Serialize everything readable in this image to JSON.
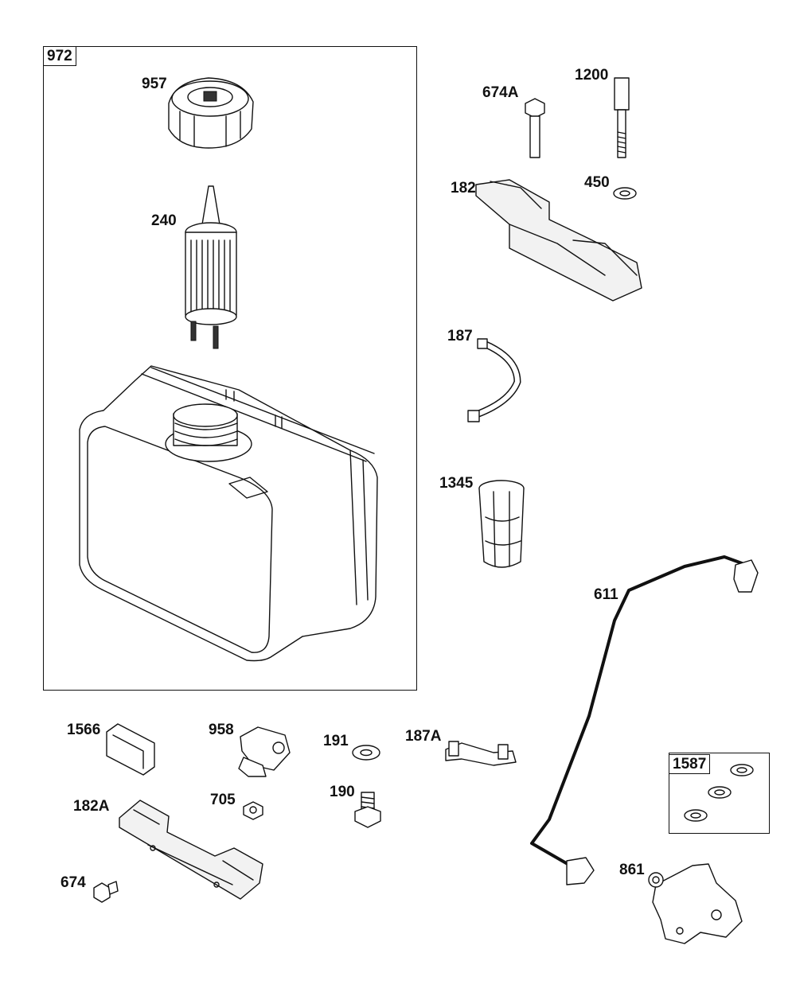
{
  "labels": {
    "p972": "972",
    "p957": "957",
    "p240": "240",
    "p674A": "674A",
    "p1200": "1200",
    "p182": "182",
    "p450": "450",
    "p187": "187",
    "p1345": "1345",
    "p611": "611",
    "p1566": "1566",
    "p958": "958",
    "p191": "191",
    "p187A": "187A",
    "p1587": "1587",
    "p182A": "182A",
    "p705": "705",
    "p190": "190",
    "p674": "674",
    "p861": "861"
  }
}
